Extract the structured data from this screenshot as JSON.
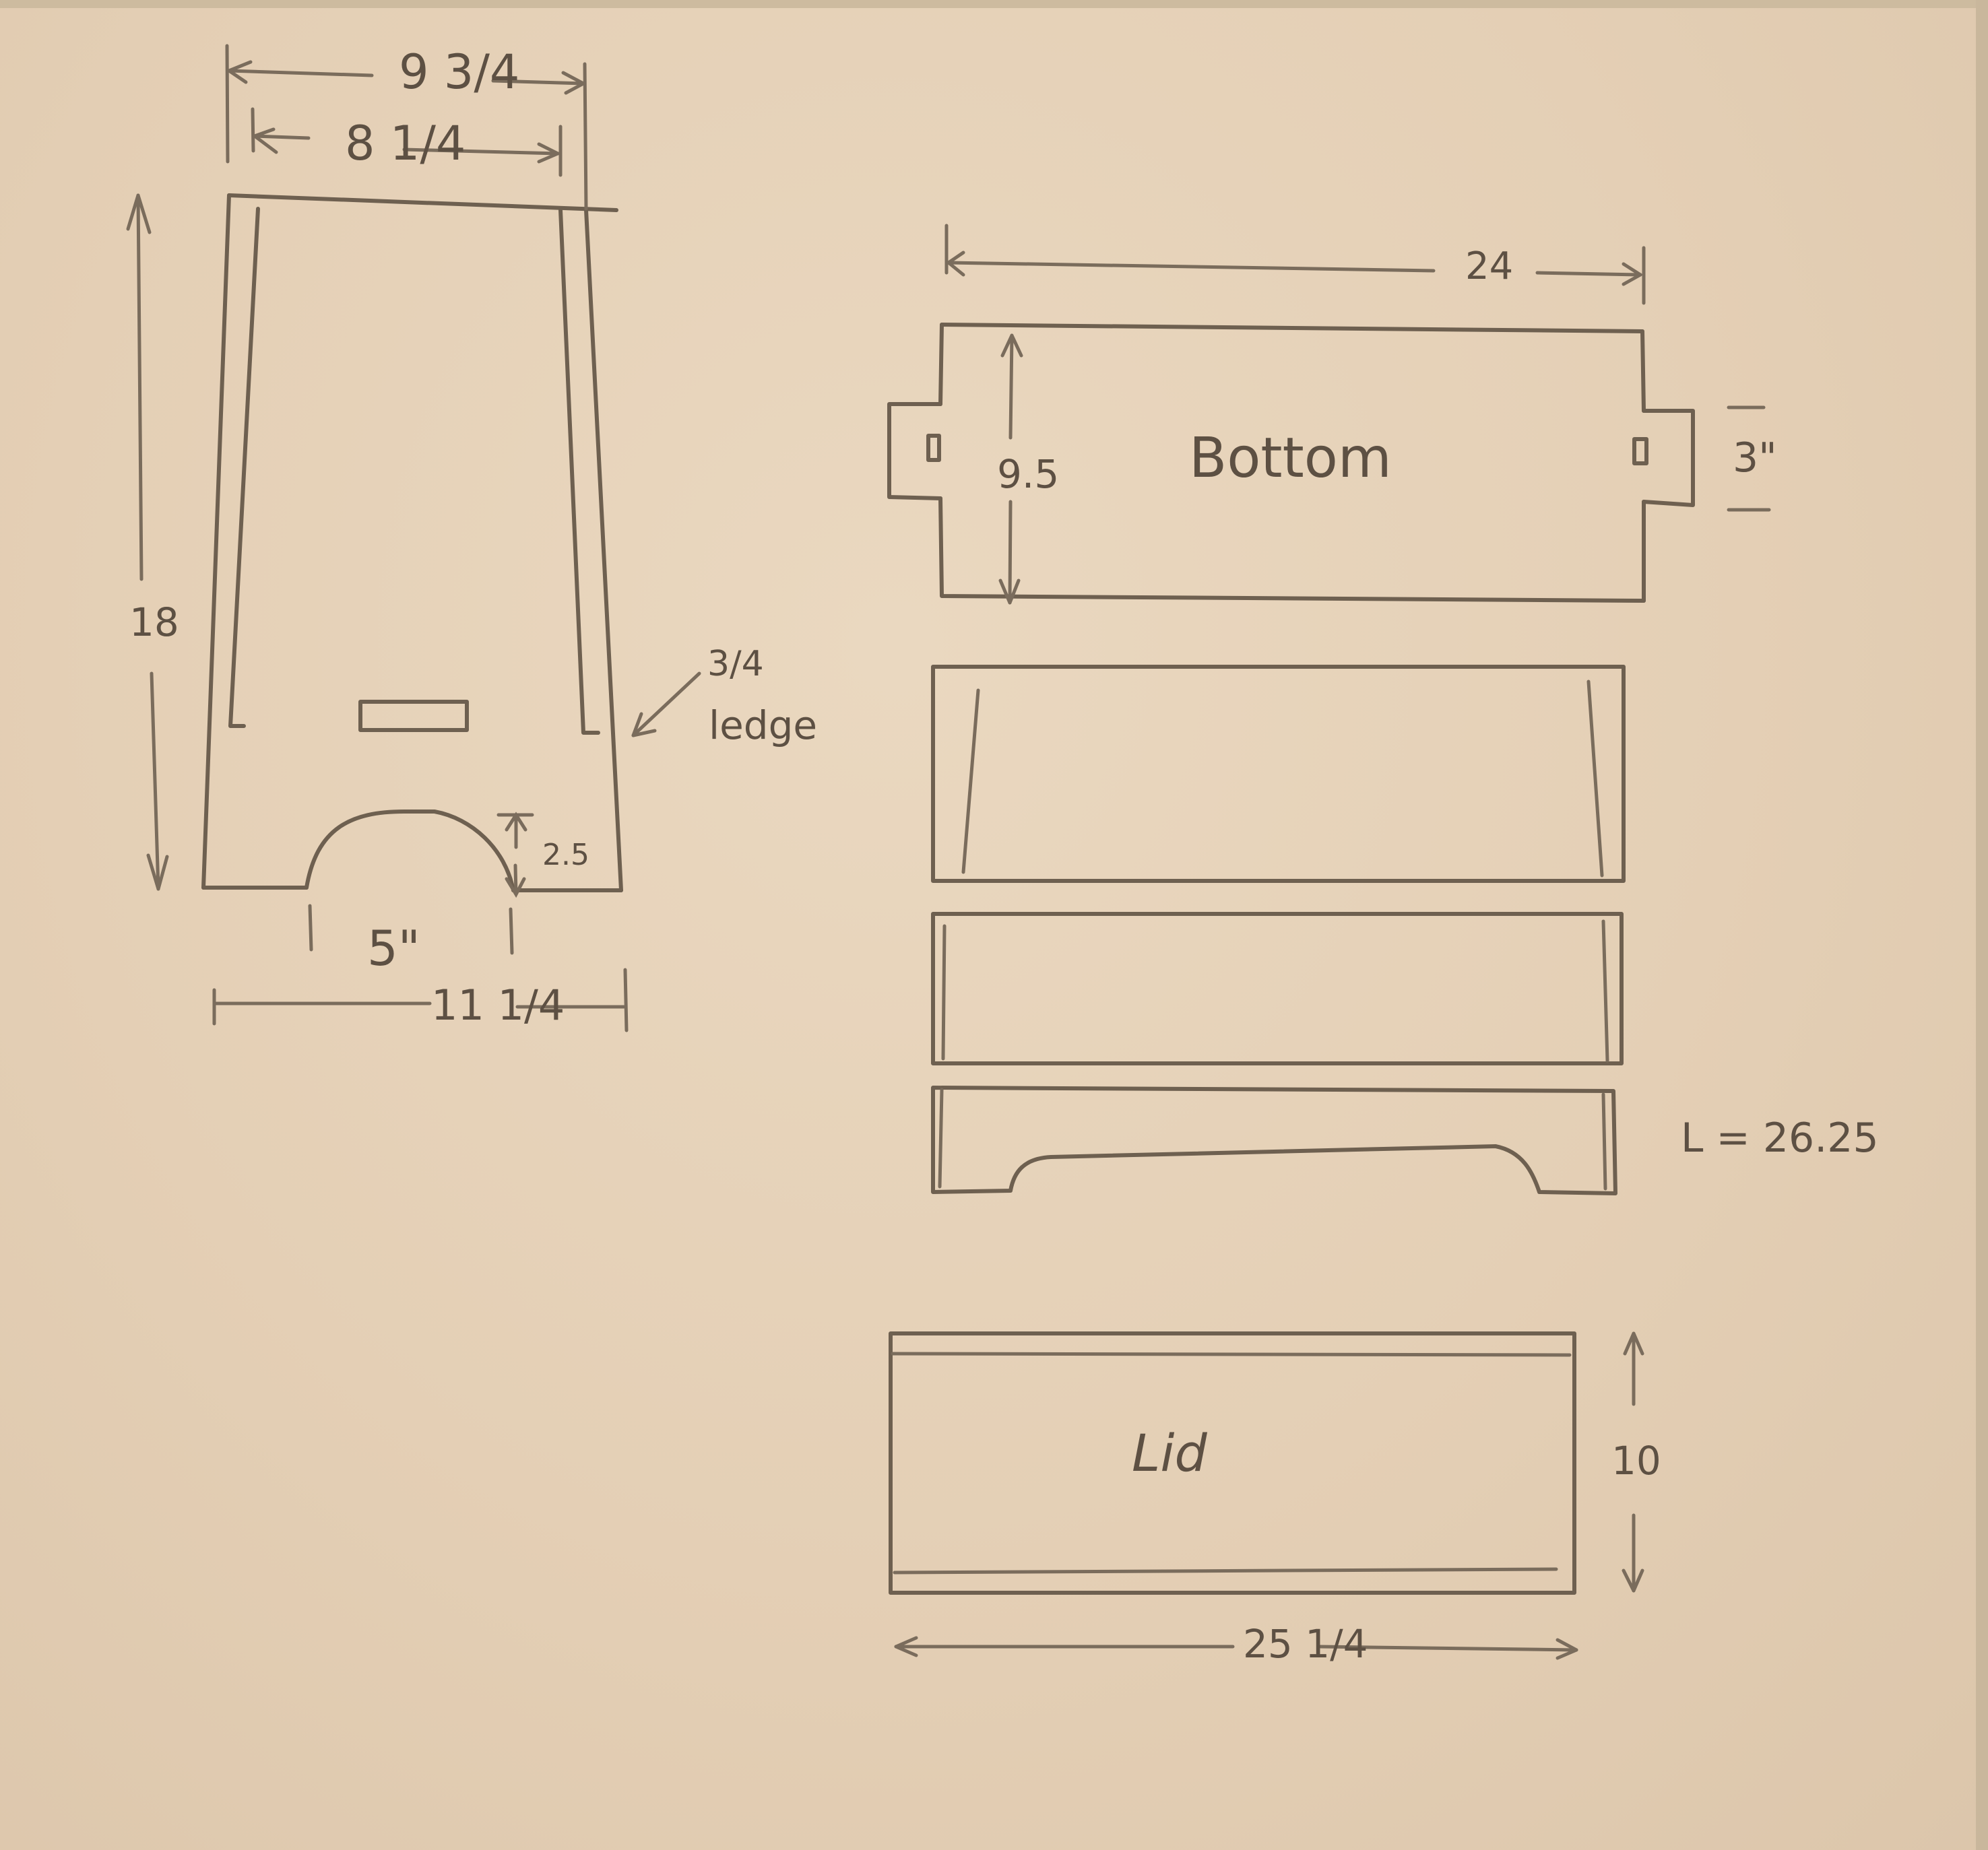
{
  "colors": {
    "paper": "#e6d2b9",
    "pencil": "#6e6050",
    "text": "#5d5043"
  },
  "side_panel": {
    "top_outer_width": "9 3/4",
    "top_inner_width": "8 1/4",
    "height": "18",
    "ledge_thickness": "3/4",
    "ledge_label": "ledge",
    "cutout_height": "2.5",
    "cutout_width": "5\"",
    "bottom_width": "11 1/4"
  },
  "bottom_board": {
    "name": "Bottom",
    "length": "24",
    "width": "9.5",
    "tab_width": "3\""
  },
  "front_back_panels": {
    "count": 3,
    "length_note": "L = 26.25"
  },
  "lid": {
    "name": "Lid",
    "length": "25 1/4",
    "width": "10"
  }
}
